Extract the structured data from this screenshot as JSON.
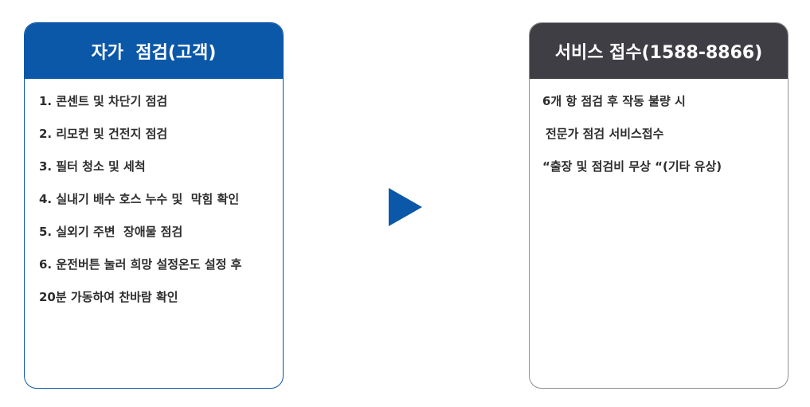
{
  "colors": {
    "left_header": "#0b57a8",
    "right_header": "#3f3e44",
    "arrow": "#0b57a8",
    "text": "#2d2d2d"
  },
  "left_card": {
    "title": "자가  점검(고객)",
    "lines": [
      "1. 콘센트 및 차단기 점검",
      "2. 리모컨 및 건전지 점검",
      "3. 필터 청소 및 세척",
      "4. 실내기 배수 호스 누수 및  막힘 확인",
      "5. 실외기 주변  장애물 점검",
      "6. 운전버튼 눌러 희망 설정온도 설정 후",
      "20분 가동하여 찬바람 확인"
    ]
  },
  "arrow_icon": "right-triangle-icon",
  "right_card": {
    "title": "서비스 접수(1588-8866)",
    "lines": [
      "6개 항 점검 후 작동 불량 시",
      "전문가 점검 서비스접수",
      "“출장 및 점검비 무상 “(기타 유상)"
    ]
  }
}
